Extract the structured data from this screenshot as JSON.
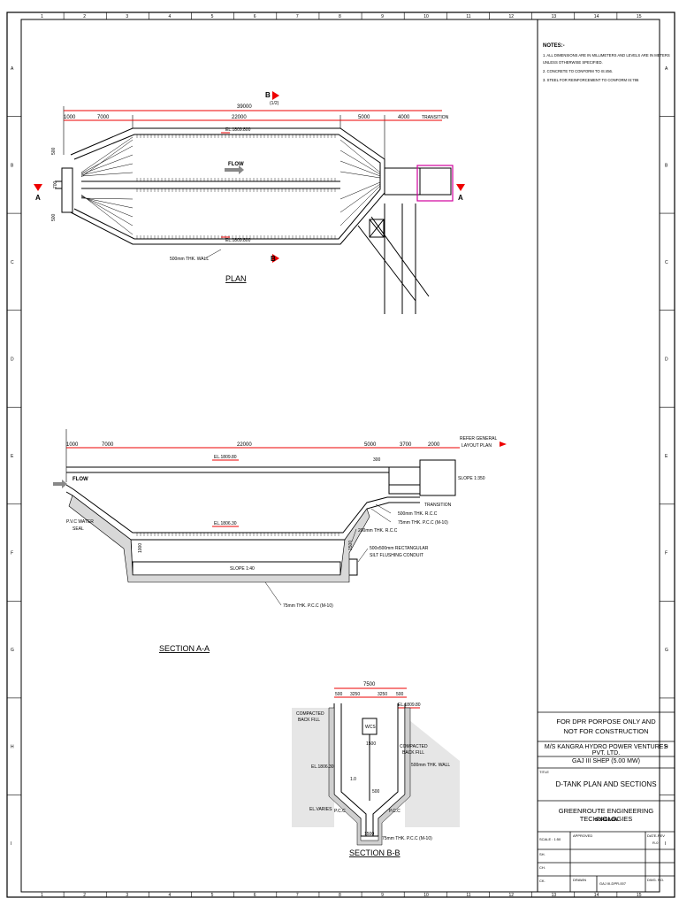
{
  "grid": {
    "cols": [
      "1",
      "2",
      "3",
      "4",
      "5",
      "6",
      "7",
      "8",
      "9",
      "10",
      "11",
      "12",
      "13",
      "14",
      "15"
    ],
    "rows": [
      "A",
      "B",
      "C",
      "D",
      "E",
      "F",
      "G",
      "H",
      "I"
    ]
  },
  "notes": {
    "heading": "NOTES:-",
    "items": [
      "1.  ALL DIMENSIONS ARE IN MILLIMETERS AND LEVELS ARE IN METERS",
      "     UNLESS OTHERWISE SPECIFIED.",
      "2.  CONCRETE TO CONFORM TO IS:456.",
      "3.  STEEL FOR REINFORCEMENT TO CONFORM IS:786"
    ]
  },
  "plan": {
    "title": "PLAN",
    "dims": {
      "total": "39000",
      "d1": "1000",
      "d2": "7000",
      "d3": "22000",
      "d4": "5000",
      "d5": "4000",
      "transition": "TRANSITION",
      "left_a": "500",
      "left_b": "700",
      "left_c": "500"
    },
    "flow": "FLOW",
    "el_top": "EL.1809.800",
    "el_bottom": "EL.1809.800",
    "wall": "500mm THK. WALL",
    "section_a": "A",
    "section_b": "B",
    "b_ref": "(1/2)"
  },
  "section_aa": {
    "title": "SECTION A-A",
    "dims": {
      "d1": "1000",
      "d2": "7000",
      "d3": "22000",
      "d4": "5000",
      "d5": "3700",
      "d6": "2000",
      "d7": "300"
    },
    "refer": [
      "REFER GENERAL",
      "LAYOUT PLAN"
    ],
    "flow": "FLOW",
    "el_top": "EL.1809.80",
    "el_mid": "EL.1806.30",
    "slope_right": "SLOPE 1:350",
    "slope_bottom": "SLOPE 1:40",
    "transition": "TRANSITION",
    "rcc_500": "500mm THK. R.C.C",
    "pcc_75_a": "75mm THK. P.C.C (M-10)",
    "rcc_200": "200mm THK. R.C.C",
    "conduit": [
      "500x500mm RECTANGULAR",
      "SILT FLUSHING CONDUIT"
    ],
    "pcc_75_b": "75mm THK. P.C.C (M-10)",
    "pvc": [
      "P.V.C WATER",
      "SEAL"
    ],
    "d_1000": "1000",
    "d_1500": "1500"
  },
  "section_bb": {
    "title": "SECTION B-B",
    "dims": {
      "total": "7500",
      "a": "500",
      "b": "3250",
      "c": "3250",
      "d": "500",
      "e": "1500",
      "f": "1500",
      "g": "500"
    },
    "el_top": "EL.1809.80",
    "el_mid": "EL.1806.30",
    "el_vary": "EL.VARIES",
    "backfill_left": [
      "COMPACTED",
      "BACK FILL"
    ],
    "backfill_right": [
      "COMPACTED",
      "BACK FILL"
    ],
    "wall": "500mm THK. WALL",
    "wcs": "WCS",
    "pcc_left": "P.C.C",
    "pcc_right": "P.C.C",
    "pcc_bottom": "75mm THK. P.C.C (M-10)",
    "slope": "1.0"
  },
  "title_block": {
    "purpose_1": "FOR DPR PORPOSE ONLY AND",
    "purpose_2": "NOT FOR CONSTRUCTION",
    "client": "M/S KANGRA HYDRO POWER VENTURES PVT. LTD.",
    "project": "GAJ III SHEP (5.00 MW)",
    "title_label": "TITLE",
    "title": "D-TANK PLAN AND SECTIONS",
    "firm": "GREENROUTE ENGINEERING TECHNOLOGIES",
    "city": "GURGAON",
    "scale": "SCALE : 1:50",
    "approved": "APPROVED",
    "date_rev": "DATE-REV",
    "drg_no": "DWG. NO.",
    "drg_val": "GAJ III-DPR-007",
    "drawn": "DRAWN",
    "rev": "R-0",
    "sh": "SH.",
    "ch": "CH.",
    "ck": "CK."
  }
}
